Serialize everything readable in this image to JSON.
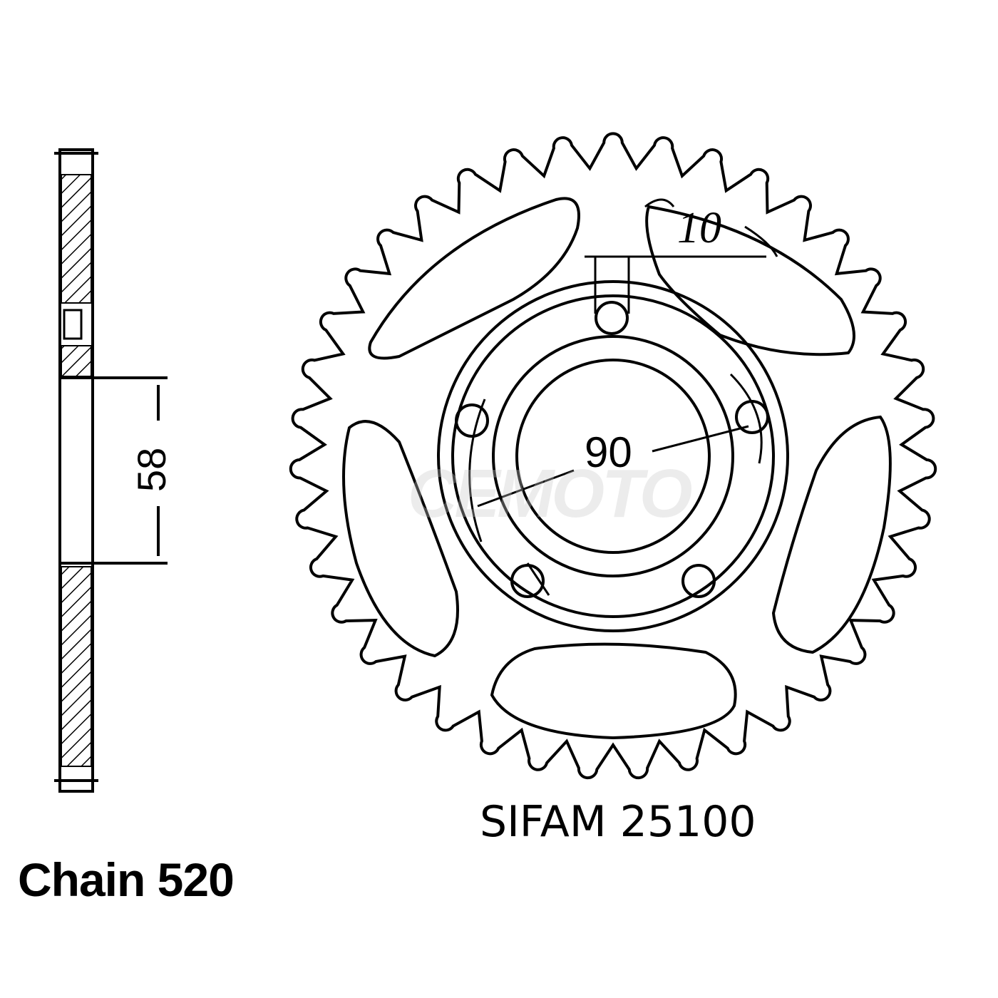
{
  "labels": {
    "chain": "Chain 520",
    "part_number": "SIFAM  25100",
    "hub_dimension": "58",
    "bolt_circle_dimension": "90",
    "bolt_hole_dimension": "10"
  },
  "watermark": "CEMOTO",
  "colors": {
    "line": "#000000",
    "background": "#ffffff"
  }
}
